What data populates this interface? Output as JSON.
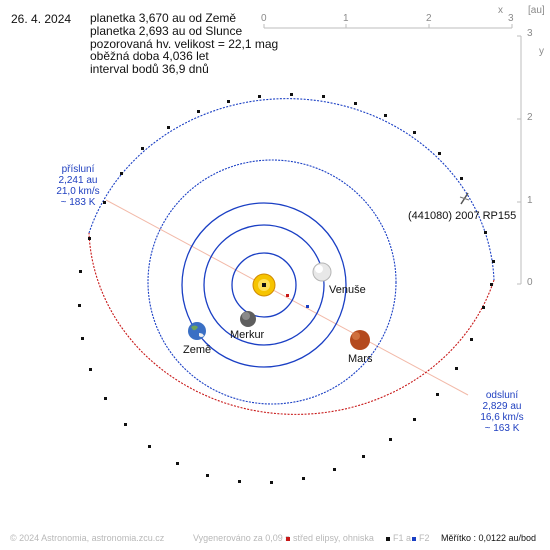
{
  "header": {
    "date": "26. 4. 2024",
    "lines": [
      "planetka 3,670 au od Země",
      "planetka 2,693 au od Slunce",
      "pozorovaná hv. velikost = 22,1 mag",
      "oběžná doba 4,036 let",
      "interval bodů 36,9 dnů"
    ]
  },
  "scale_top": {
    "unit": "[au]",
    "ticks": [
      "0",
      "1",
      "2",
      "3"
    ],
    "axis_label": "x"
  },
  "scale_right": {
    "ticks": [
      "3",
      "2",
      "1",
      "0"
    ],
    "axis_label": "y"
  },
  "bodies": {
    "sun": "",
    "mercury": "Merkur",
    "venus": "Venuše",
    "earth": "Země",
    "mars": "Mars",
    "asteroid": "(441080) 2007 RP155"
  },
  "perihelion": {
    "title": "přísluní",
    "distance": "2,241 au",
    "speed": "21,0 km/s",
    "temp": "~ 183 K"
  },
  "aphelion": {
    "title": "odsluní",
    "distance": "2,829 au",
    "speed": "16,6 km/s",
    "temp": "~ 163 K"
  },
  "footer": {
    "copyright": "© 2024 Astronomia, astronomia.zcu.cz",
    "generated": "Vygenerováno za 0,09 s",
    "legend_center": "střed elipsy, ohniska",
    "legend_f1": "F1 a",
    "legend_f2": "F2",
    "scale_text": "Měřítko : 0,0122 au/bod"
  },
  "colors": {
    "earth_orbit": "#1040c0",
    "asteroid_orbit": "#c01010",
    "label_blue": "#2040c0"
  }
}
